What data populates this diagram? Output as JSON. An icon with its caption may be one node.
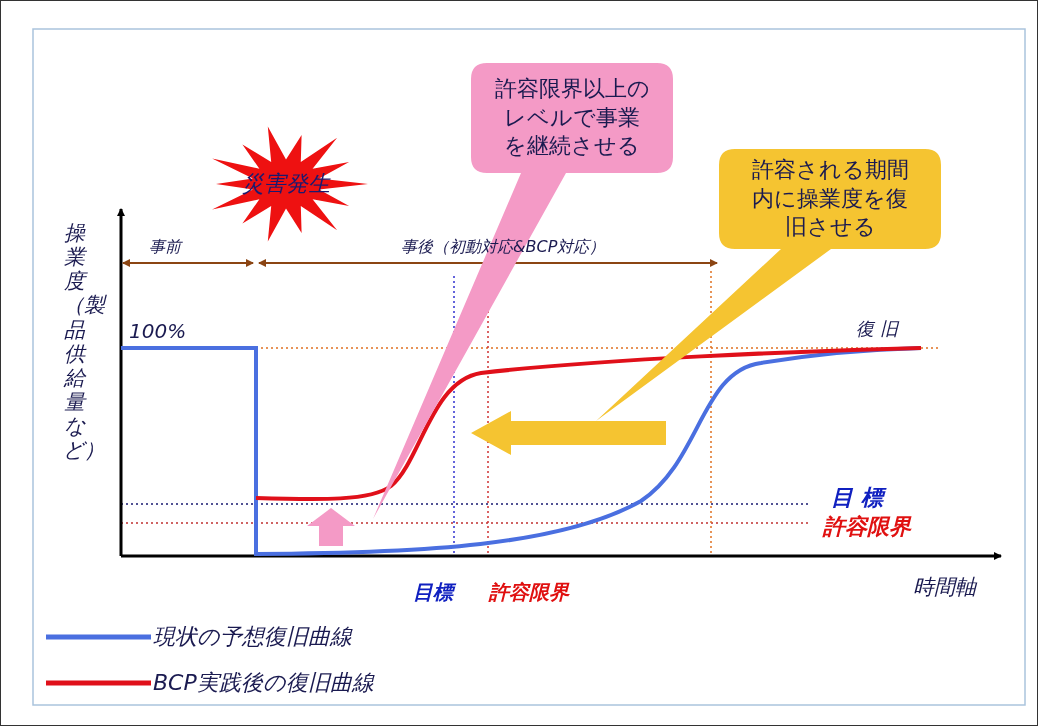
{
  "diagram": {
    "nodes": [
      {
        "text": [
          "災害発生"
        ]
      },
      {
        "text": [
          "許容限界以上のレベルで事業を継続させる"
        ]
      },
      {
        "text": [
          "許容される期間内に操業度を復旧させる"
        ]
      }
    ],
    "edges": [],
    "labels": [
      "事前",
      "事後（初動対応&BCP対応）",
      "操業度（製品供給量など）",
      "100%",
      "復 旧",
      "目 標",
      "許容限界",
      "目標",
      "許容限界",
      "時間軸"
    ],
    "legend": [
      {
        "text": "現状の予想復旧曲線"
      },
      {
        "text": "BCP実践後の復旧曲線"
      }
    ]
  }
}
